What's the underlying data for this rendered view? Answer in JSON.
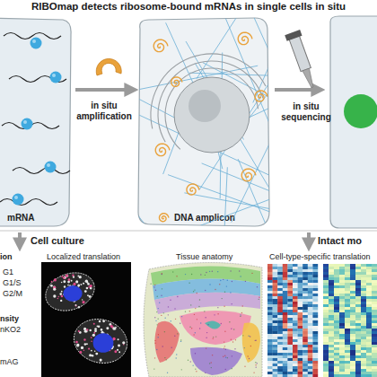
{
  "diagram": {
    "title": "RIBOmap detects ribosome-bound mRNAs in single cells in situ",
    "nodes": [
      {
        "text": [
          "mRNA"
        ]
      },
      {
        "text": [
          "DNA amplicon"
        ]
      }
    ],
    "edges": [
      {
        "from": 0,
        "to": 1,
        "label": "in situ amplification",
        "arrow": "to"
      }
    ],
    "labels": [
      "in situ sequencing",
      "Cell culture",
      "Intact mo",
      "ion",
      "Localized translation",
      "G1",
      "G1/S",
      "G2/M",
      "nsity",
      "nKO2",
      "mAG",
      "Tissue anatomy",
      "Cell-type-specific translation"
    ]
  }
}
